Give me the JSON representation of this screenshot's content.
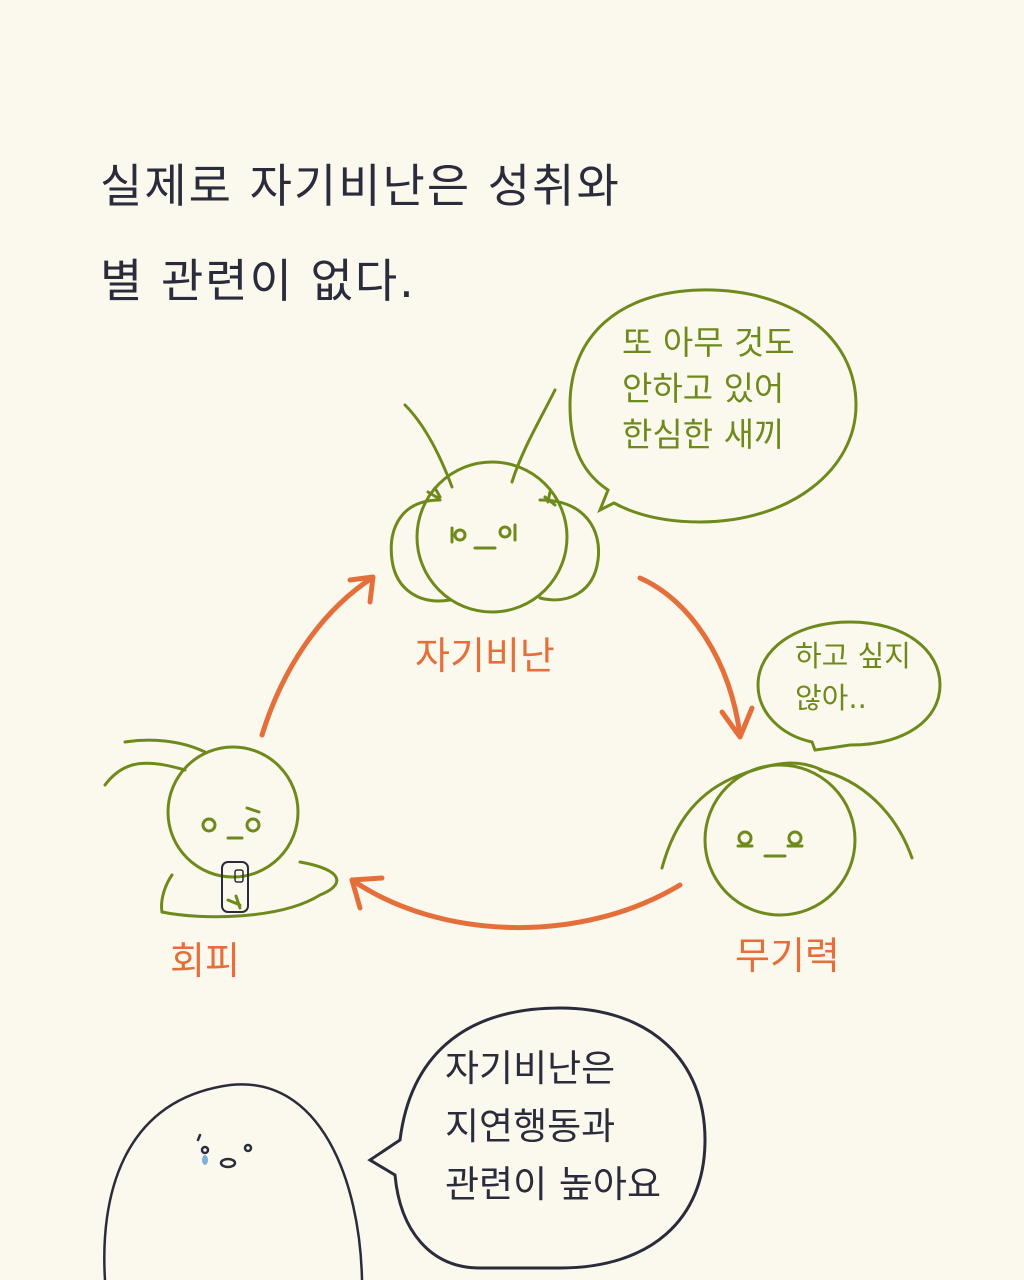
{
  "headline": {
    "line1": "실제로 자기비난은 성취와",
    "line2": "별 관련이 없다."
  },
  "cycle": {
    "top": {
      "label": "자기비난",
      "speech": [
        "또 아무 것도",
        "안하고 있어",
        "한심한 새끼"
      ]
    },
    "right": {
      "label": "무기력",
      "speech": [
        "하고 싶지",
        "않아.."
      ]
    },
    "left": {
      "label": "회피"
    }
  },
  "narrator": {
    "speech": [
      "자기비난은",
      "지연행동과",
      "관련이 높아요"
    ]
  },
  "colors": {
    "background": "#fbf9ee",
    "ink_dark": "#2a2c3b",
    "green": "#6f8a1c",
    "orange": "#e56f3b"
  }
}
